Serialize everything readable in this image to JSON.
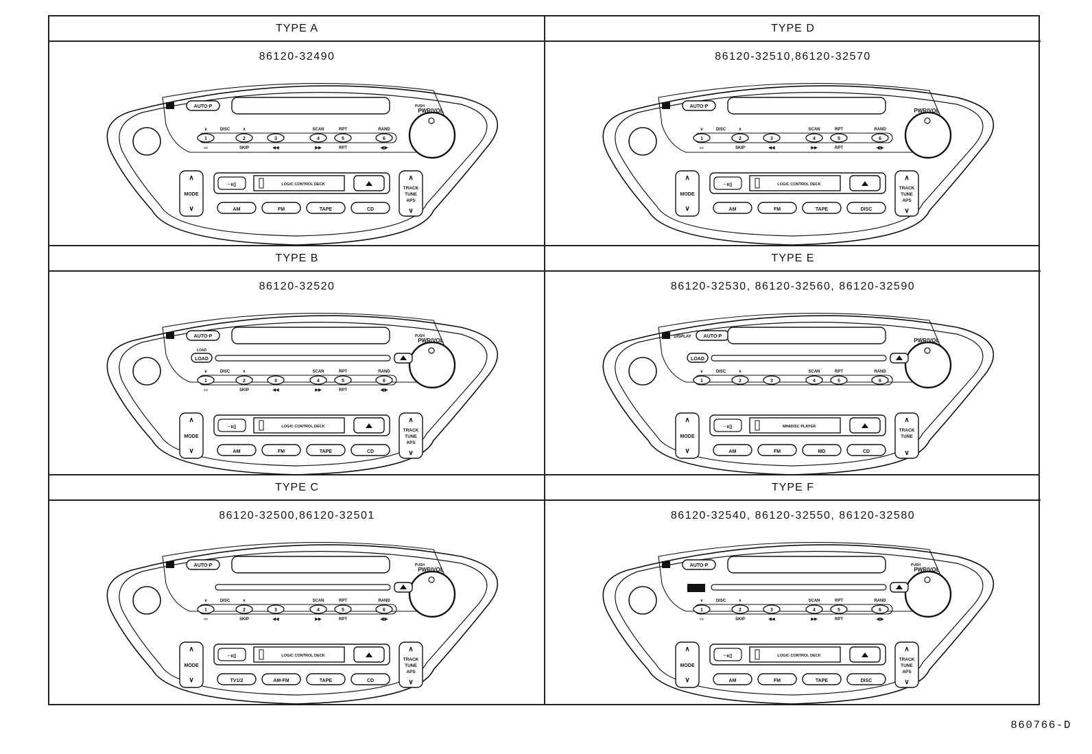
{
  "panels": [
    {
      "type": "TYPE A",
      "parts": "86120-32490",
      "variant": "A",
      "labels": {
        "auto_p": "AUTO·P",
        "push": "PUSH",
        "pwr_vol": "PWR/VOL",
        "preset_top": [
          "∨",
          "DISC",
          "∧",
          "",
          "SCAN",
          "RPT",
          "RAND"
        ],
        "preset_bottom": [
          "▭",
          "SKIP",
          "◀◀",
          "▶▶",
          "RPT",
          "◀|▶"
        ],
        "preset_numbers": [
          "1",
          "2",
          "3",
          "4",
          "5",
          "6"
        ],
        "mode": "MODE",
        "deck": "LOGIC CONTROL DECK",
        "track": [
          "TRACK",
          "TUNE",
          "APS"
        ],
        "bottom_buttons": [
          "AM",
          "FM",
          "TAPE",
          "CD"
        ]
      }
    },
    {
      "type": "TYPE D",
      "parts": "86120-32510,86120-32570",
      "variant": "D",
      "labels": {
        "auto_p": "AUTO·P",
        "push": "",
        "pwr_vol": "PWR/VOL",
        "preset_top": [
          "∨",
          "DISC",
          "∧",
          "",
          "SCAN",
          "RPT",
          "RAND"
        ],
        "preset_bottom": [
          "▭",
          "SKIP",
          "◀◀",
          "▶▶",
          "RPT",
          "◀|▶"
        ],
        "preset_numbers": [
          "1",
          "2",
          "3",
          "4",
          "5",
          "6"
        ],
        "mode": "MODE",
        "deck": "LOGIC CONTROL DECK",
        "track": [
          "TRACK",
          "TUNE",
          "APS"
        ],
        "bottom_buttons": [
          "AM",
          "FM",
          "TAPE",
          "DISC"
        ]
      }
    },
    {
      "type": "TYPE B",
      "parts": "86120-32520",
      "variant": "B",
      "labels": {
        "auto_p": "AUTO·P",
        "push": "PUSH",
        "pwr_vol": "PWR/VOL",
        "load_top": "LOAD",
        "load": "LOAD",
        "preset_top": [
          "∨",
          "DISC",
          "∧",
          "",
          "SCAN",
          "RPT",
          "RAND"
        ],
        "preset_bottom": [
          "▭",
          "SKIP",
          "◀◀",
          "▶▶",
          "RPT",
          "◀|▶"
        ],
        "preset_numbers": [
          "1",
          "2",
          "3",
          "4",
          "5",
          "6"
        ],
        "mode": "MODE",
        "deck": "LOGIC CONTROL DECK",
        "track": [
          "TRACK",
          "TUNE",
          "APS"
        ],
        "bottom_buttons": [
          "AM",
          "FM",
          "TAPE",
          "CD"
        ]
      }
    },
    {
      "type": "TYPE E",
      "parts": "86120-32530, 86120-32560, 86120-32590",
      "variant": "E",
      "labels": {
        "display": "DISPLAY",
        "auto_p": "AUTO·P",
        "push": "",
        "pwr_vol": "PWR/VOL",
        "load": "LOAD",
        "preset_top": [
          "∨",
          "DISC",
          "∧",
          "",
          "SCAN",
          "RPT",
          "RAND"
        ],
        "preset_bottom": [],
        "preset_numbers": [
          "1",
          "2",
          "3",
          "4",
          "5",
          "6"
        ],
        "mode": "MODE",
        "deck": "MINIDISC PLAYER",
        "track": [
          "TRACK",
          "TUNE"
        ],
        "bottom_buttons": [
          "AM",
          "FM",
          "MD",
          "CD"
        ]
      }
    },
    {
      "type": "TYPE C",
      "parts": "86120-32500,86120-32501",
      "variant": "C",
      "labels": {
        "auto_p": "AUTO·P",
        "push": "PUSH",
        "pwr_vol": "PWR/VOL",
        "preset_top": [
          "∨",
          "DISC",
          "∧",
          "",
          "SCAN",
          "RPT",
          "RAND"
        ],
        "preset_bottom": [
          "▭",
          "SKIP",
          "◀◀",
          "▶▶",
          "RPT",
          "◀|▶"
        ],
        "preset_numbers": [
          "1",
          "2",
          "3",
          "4",
          "5",
          "6"
        ],
        "mode": "MODE",
        "deck": "LOGIC CONTROL DECK",
        "track": [
          "TRACK",
          "TUNE",
          "APS"
        ],
        "bottom_buttons": [
          "TV1/2",
          "AM·FM",
          "TAPE",
          "CD"
        ]
      }
    },
    {
      "type": "TYPE F",
      "parts": "86120-32540, 86120-32550, 86120-32580",
      "variant": "F",
      "labels": {
        "auto_p": "AUTO·P",
        "push": "PUSH",
        "pwr_vol": "PWR/VOL",
        "preset_top": [
          "∨",
          "DISC",
          "∧",
          "",
          "SCAN",
          "RPT",
          "RAND"
        ],
        "preset_bottom": [
          "▭",
          "SKIP",
          "◀◀",
          "▶▶",
          "RPT",
          "◀|▶"
        ],
        "preset_numbers": [
          "1",
          "2",
          "3",
          "4",
          "5",
          "6"
        ],
        "mode": "MODE",
        "deck": "LOGIC CONTROL DECK",
        "track": [
          "TRACK",
          "TUNE",
          "APS"
        ],
        "bottom_buttons": [
          "AM",
          "FM",
          "TAPE",
          "DISC"
        ]
      }
    }
  ],
  "figure_code": "860766-D"
}
